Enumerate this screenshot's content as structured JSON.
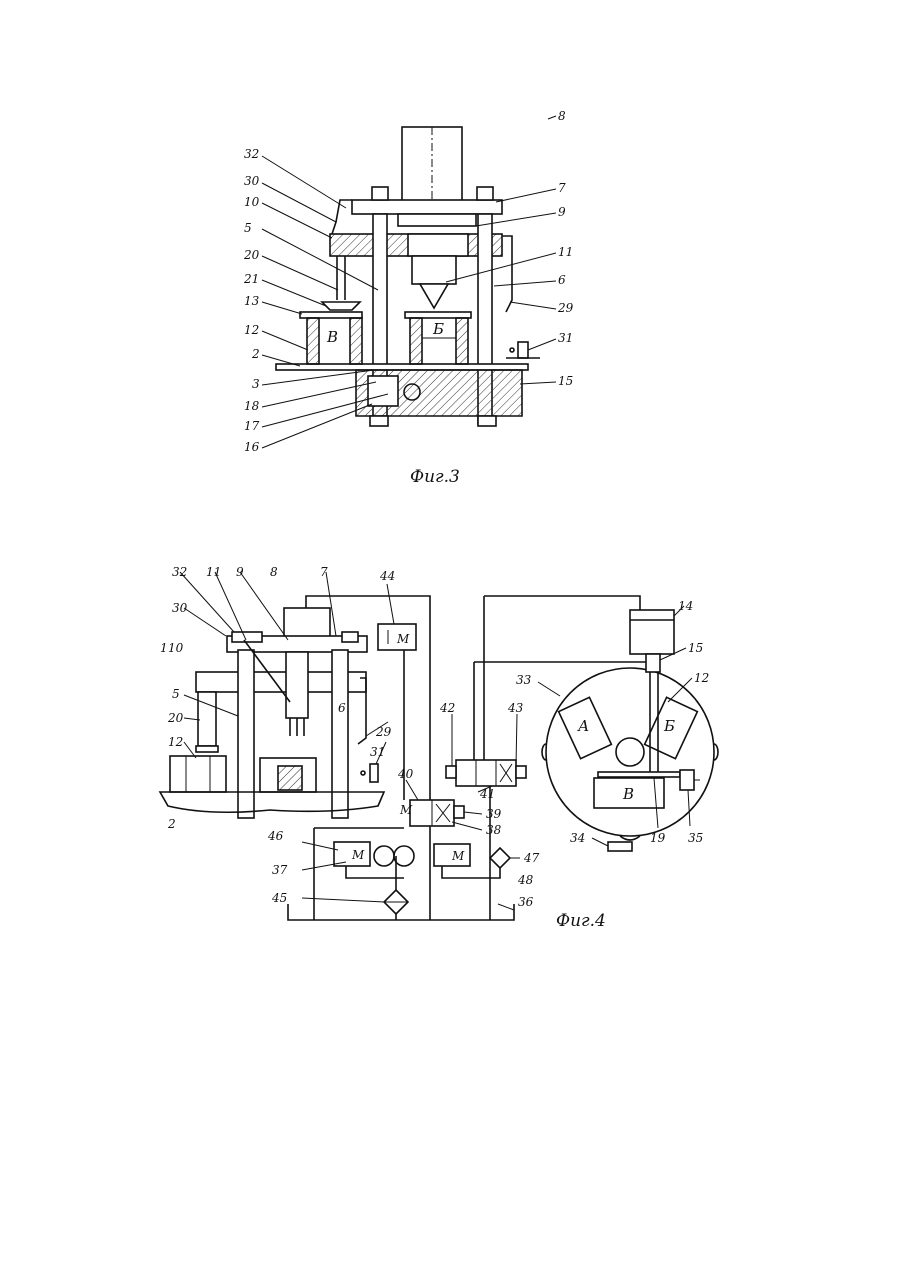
{
  "figure3": {
    "caption": "Фиг.3",
    "labels": {
      "l8": "8",
      "l32": "32",
      "l30": "30",
      "l10": "10",
      "l5": "5",
      "l20": "20",
      "l21": "21",
      "l13": "13",
      "l12": "12",
      "l2": "2",
      "l3": "3",
      "l18": "18",
      "l17": "17",
      "l16": "16",
      "l7": "7",
      "l9": "9",
      "l11": "11",
      "l6": "6",
      "l29": "29",
      "l31": "31",
      "l15": "15"
    },
    "zones": {
      "v": "В",
      "b": "Б"
    }
  },
  "figure4": {
    "caption": "Фиг.4",
    "labels": {
      "l32": "32",
      "l11": "11",
      "l9": "9",
      "l8": "8",
      "l7": "7",
      "l44": "44",
      "l14": "14",
      "l15": "15",
      "l12": "12",
      "l33": "33",
      "l30": "30",
      "l10": "10",
      "l10prefix": "1",
      "l5": "5",
      "l6": "6",
      "l20": "20",
      "l29": "29",
      "l31": "31",
      "l42": "42",
      "l43": "43",
      "l40": "40",
      "l41": "41",
      "l39": "39",
      "l38": "38",
      "l2": "2",
      "l46": "46",
      "l37": "37",
      "l47": "47",
      "l48": "48",
      "l45": "45",
      "l36": "36",
      "l34": "34",
      "l19": "19",
      "l35": "35"
    },
    "zones": {
      "a": "А",
      "b": "Б",
      "v": "В"
    },
    "valve_letter": "M"
  }
}
